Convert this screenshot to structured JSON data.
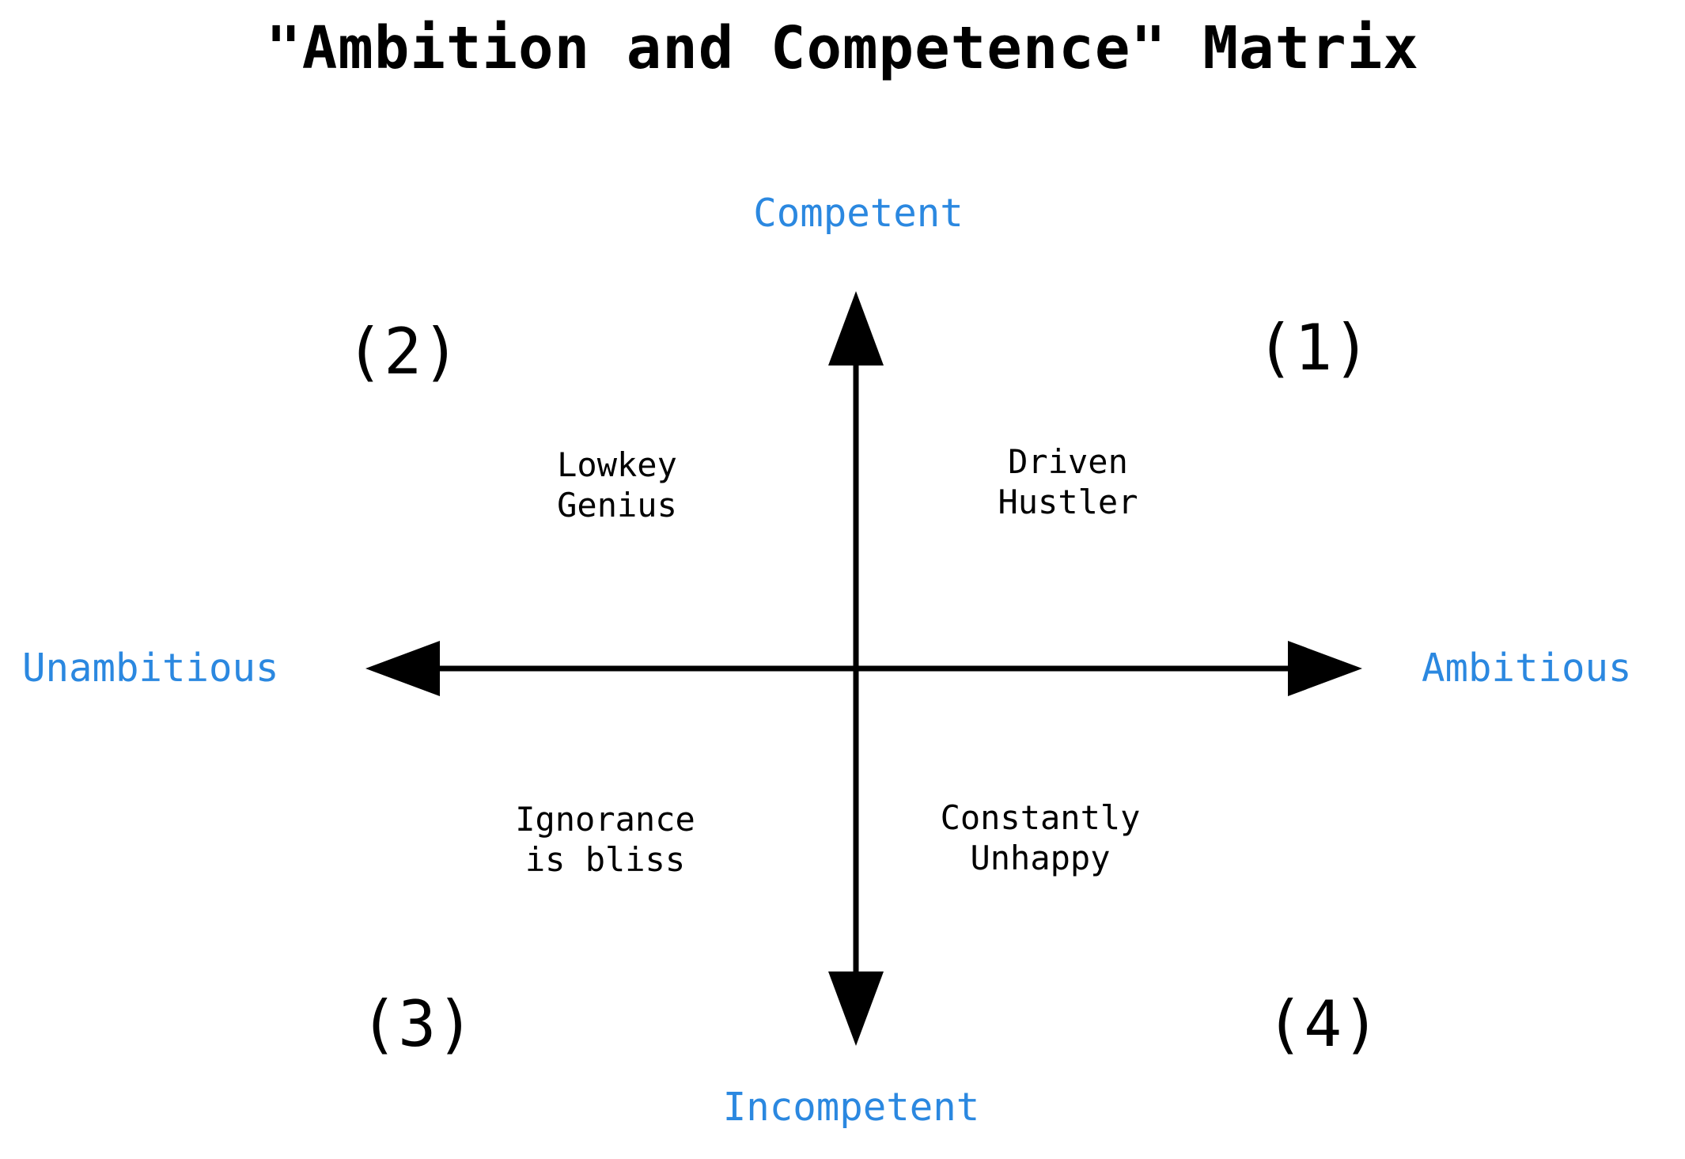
{
  "title": "\"Ambition and Competence\" Matrix",
  "colors": {
    "accent_blue": "#2B88E0",
    "text_black": "#000000",
    "background": "#ffffff"
  },
  "axes": {
    "vertical": {
      "top_label": "Competent",
      "bottom_label": "Incompetent",
      "arrow_style": "double-headed"
    },
    "horizontal": {
      "left_label": "Unambitious",
      "right_label": "Ambitious",
      "arrow_style": "double-headed"
    }
  },
  "quadrants": [
    {
      "number": "(1)",
      "position": "top-right",
      "line1": "Driven",
      "line2": "Hustler",
      "text": "Driven\nHustler"
    },
    {
      "number": "(2)",
      "position": "top-left",
      "line1": "Lowkey",
      "line2": "Genius",
      "text": "Lowkey\nGenius"
    },
    {
      "number": "(3)",
      "position": "bottom-left",
      "line1": "Ignorance",
      "line2": "is bliss",
      "text": "Ignorance\nis bliss"
    },
    {
      "number": "(4)",
      "position": "bottom-right",
      "line1": "Constantly",
      "line2": "Unhappy",
      "text": "Constantly\nUnhappy"
    }
  ],
  "chart_data": {
    "type": "scatter",
    "subtype": "2x2-quadrant-matrix",
    "title": "\"Ambition and Competence\" Matrix",
    "xlabel": "",
    "ylabel": "",
    "x_axis": {
      "name": "Ambition",
      "negative_pole": "Unambitious",
      "positive_pole": "Ambitious"
    },
    "y_axis": {
      "name": "Competence",
      "negative_pole": "Incompetent",
      "positive_pole": "Competent"
    },
    "grid": false,
    "legend": "none",
    "quadrant_labels": [
      {
        "id": "(1)",
        "x": "Ambitious",
        "y": "Competent",
        "label": "Driven Hustler"
      },
      {
        "id": "(2)",
        "x": "Unambitious",
        "y": "Competent",
        "label": "Lowkey Genius"
      },
      {
        "id": "(3)",
        "x": "Unambitious",
        "y": "Incompetent",
        "label": "Ignorance is bliss"
      },
      {
        "id": "(4)",
        "x": "Ambitious",
        "y": "Incompetent",
        "label": "Constantly Unhappy"
      }
    ]
  }
}
